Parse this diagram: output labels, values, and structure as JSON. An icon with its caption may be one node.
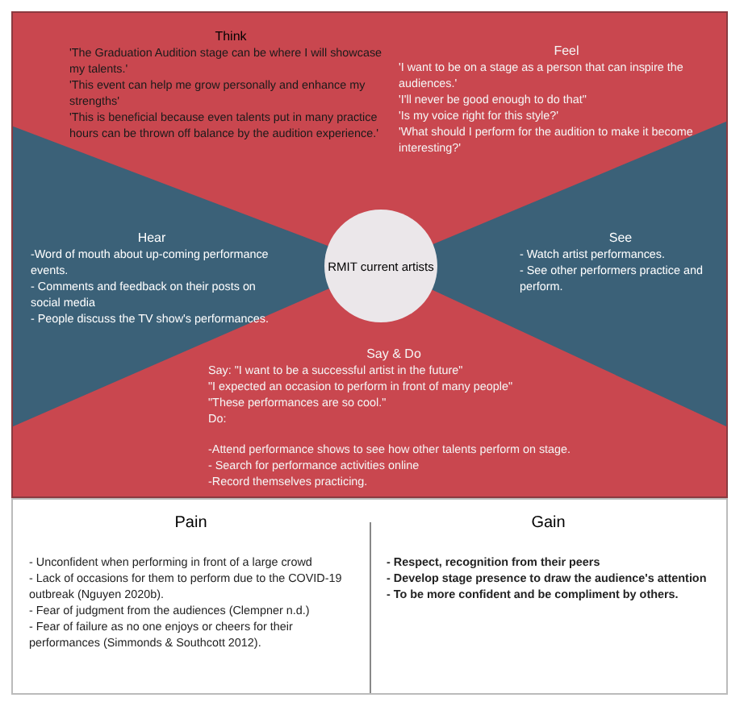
{
  "diagram": {
    "nodes": [
      {
        "text": [
          "Think",
          "'The Graduation Audition stage can be where I will showcase my talents.'",
          "'This event can help me grow personally and enhance my strengths'",
          "'This is beneficial because even talents put in many practice hours can be thrown off balance by the audition experience.'"
        ]
      },
      {
        "text": [
          "Feel",
          "'I want to be on a stage as a person that can inspire the audiences.'",
          "'I'll never be good enough to do that\"",
          "'Is my voice right for this style?'",
          "'What should I perform for the audition to make it become interesting?'"
        ]
      },
      {
        "text": [
          "Hear",
          "-Word of mouth about up-coming performance events.",
          "- Comments and feedback on their posts on social media",
          "- People discuss the TV show's performances."
        ]
      },
      {
        "text": [
          "See",
          "- Watch artist performances.",
          "- See other performers practice and perform."
        ]
      },
      {
        "text": [
          "RMIT current artists"
        ]
      },
      {
        "text": [
          "Say & Do",
          "Say: \"I want to be a successful artist in the future\"",
          "\"I expected an occasion to perform in front of many people\"",
          "\"These performances are so cool.\"",
          "Do:",
          "-Attend performance shows to see how other talents perform on stage.",
          "- Search for performance activities online",
          "-Record themselves practicing."
        ]
      },
      {
        "text": [
          "Pain",
          "- Unconfident when performing in front of a large crowd",
          "- Lack of occasions for them to perform due to the COVID-19 outbreak (Nguyen 2020b).",
          "- Fear of judgment from the audiences (Clempner n.d.)",
          "- Fear of failure as no one enjoys or cheers for their performances (Simmonds & Southcott 2012)."
        ]
      },
      {
        "text": [
          "Gain",
          "- Respect, recognition from their peers",
          "- Develop stage presence to draw the audience's attention",
          "- To be more confident and be compliment by others."
        ]
      }
    ],
    "edges": []
  }
}
